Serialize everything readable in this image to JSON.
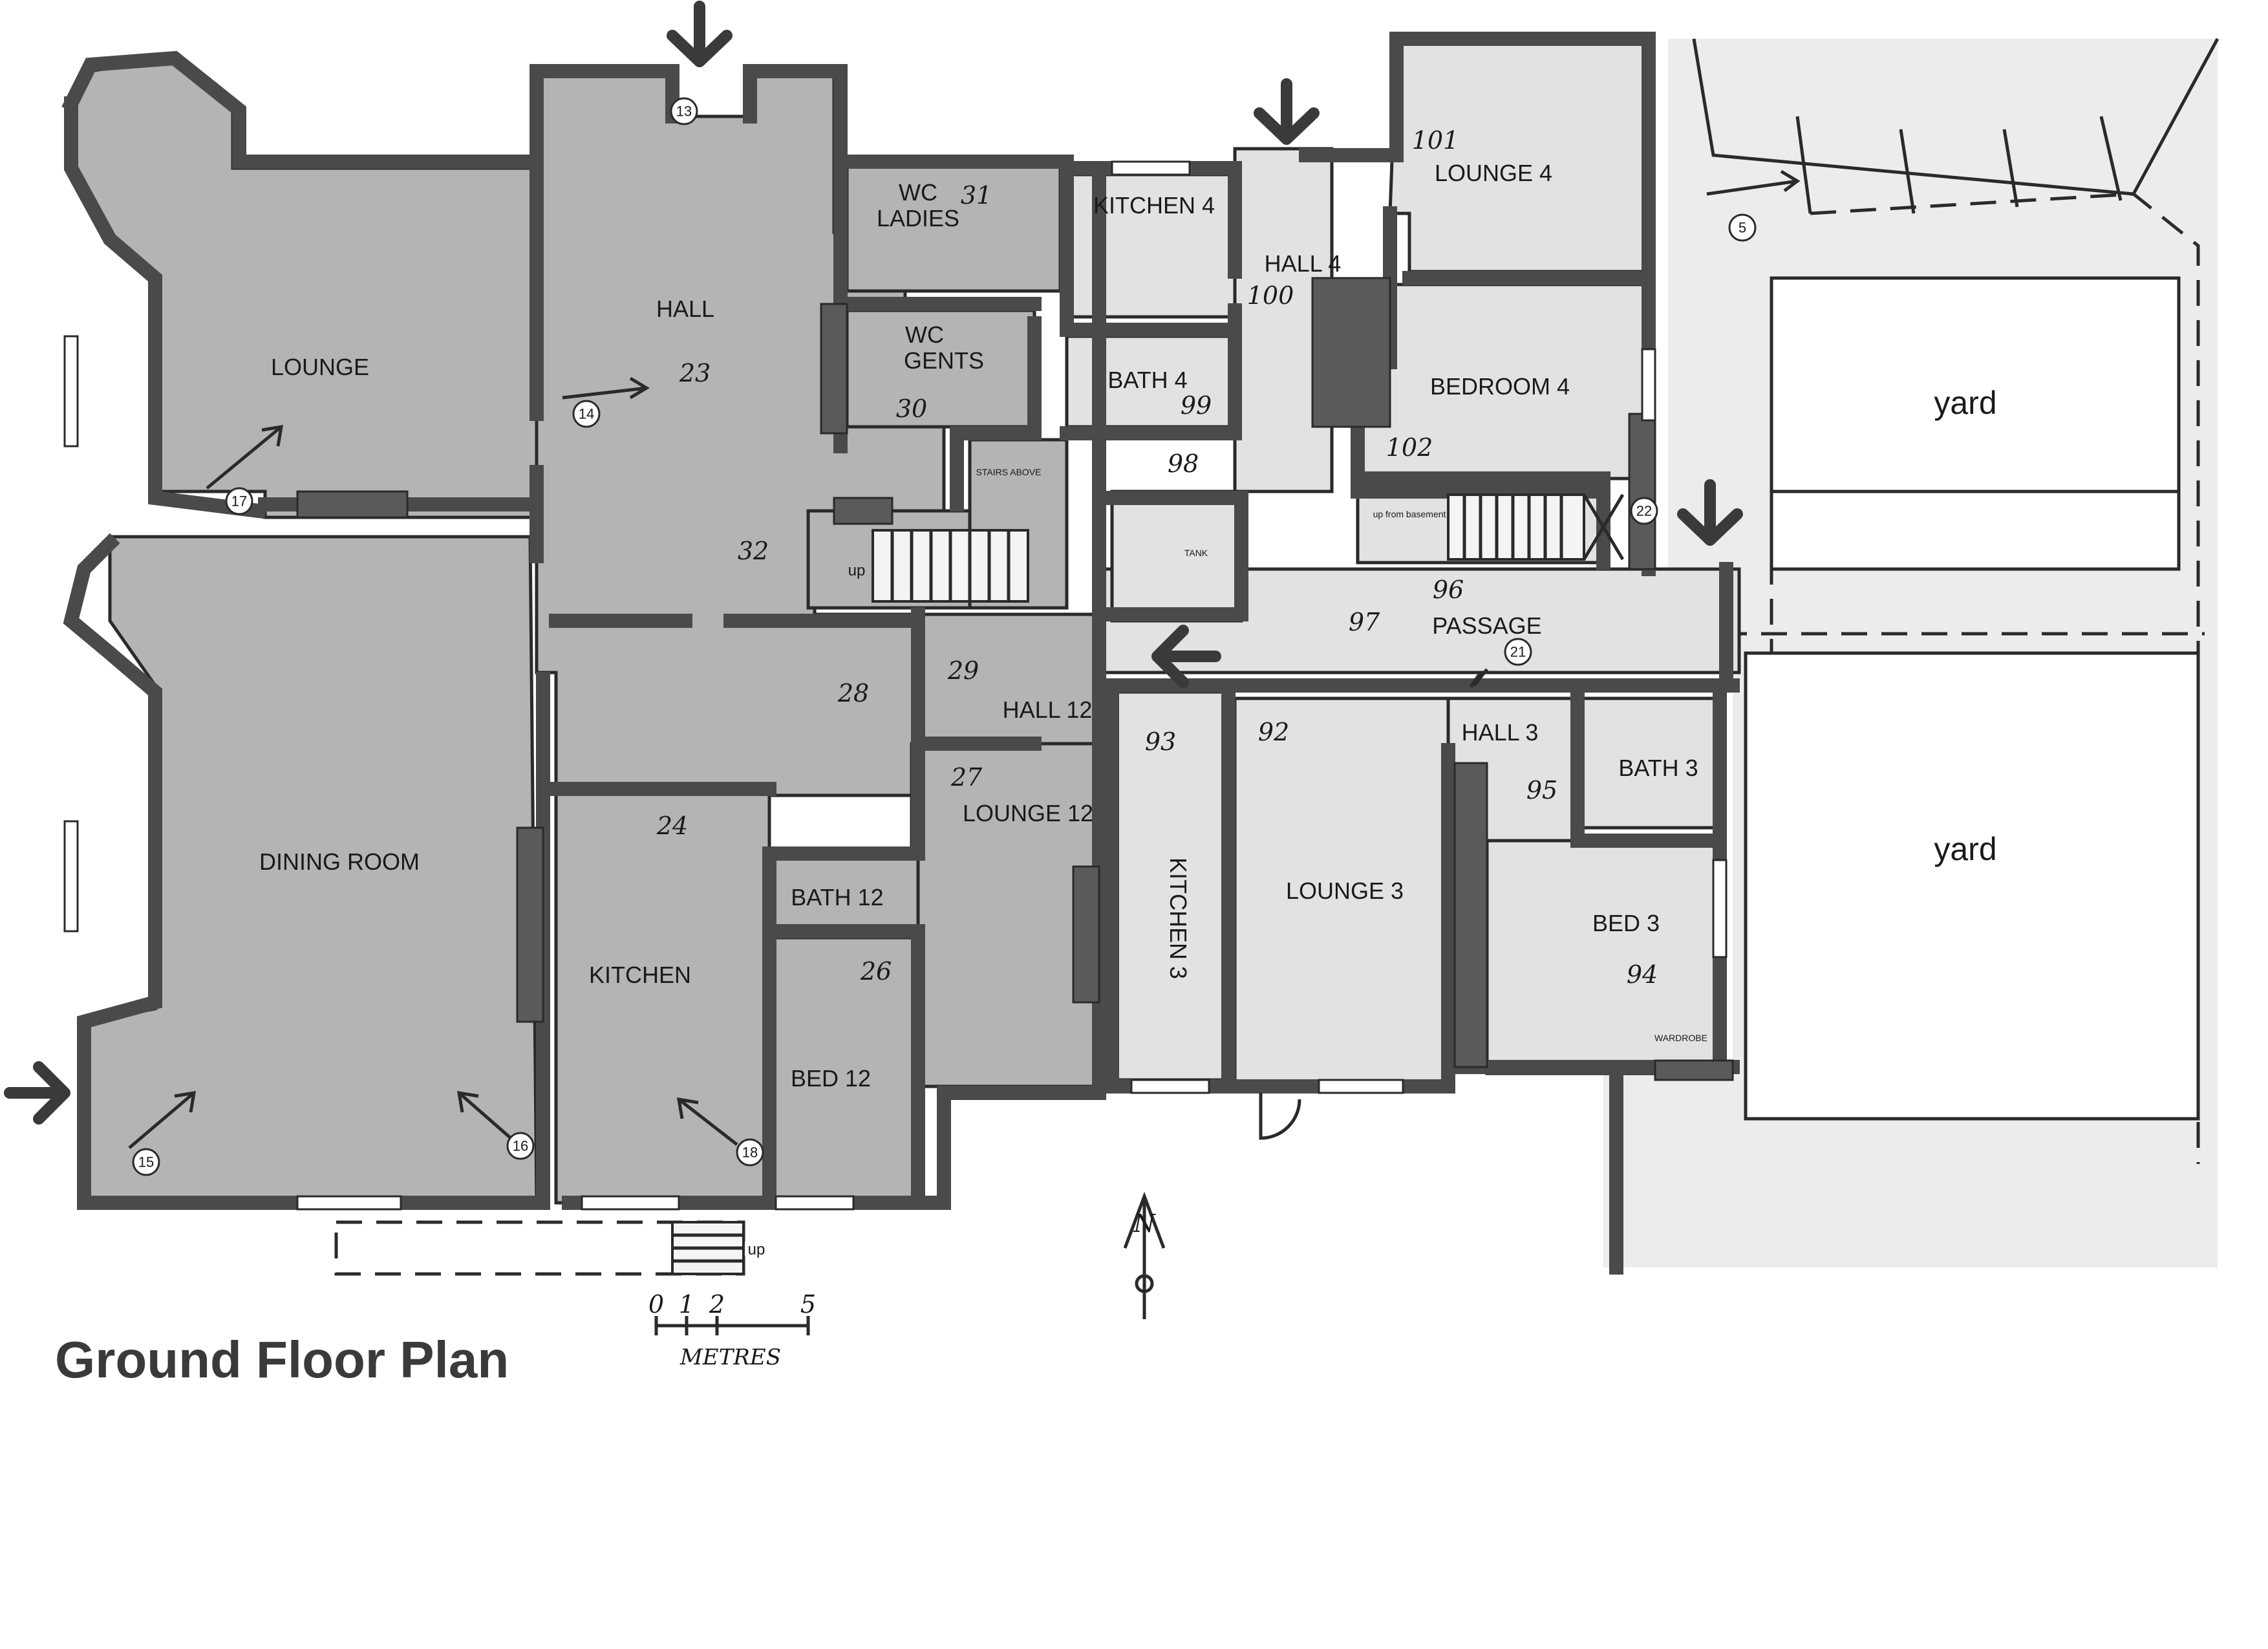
{
  "rooms": {
    "lounge": "LOUNGE",
    "hall": "HALL",
    "wc_ladies_1": "WC",
    "wc_ladies_2": "LADIES",
    "wc_gents_1": "WC",
    "wc_gents_2": "GENTS",
    "kitchen4": "KITCHEN 4",
    "hall4": "HALL 4",
    "lounge4": "LOUNGE 4",
    "bath4": "BATH 4",
    "bedroom4": "BEDROOM 4",
    "yard_top": "yard",
    "yard_bottom": "yard",
    "passage": "PASSAGE",
    "dining_room": "DINING ROOM",
    "hall12": "HALL 12",
    "lounge12": "LOUNGE 12",
    "kitchen": "KITCHEN",
    "bath12": "BATH 12",
    "bed12": "BED 12",
    "kitchen3": "KITCHEN 3",
    "lounge3": "LOUNGE 3",
    "hall3": "HALL 3",
    "bath3": "BATH 3",
    "bed3": "BED 3"
  },
  "small_labels": {
    "stair_up_main": "up",
    "stair_up_basement": "up from basement",
    "stair_up_exterior": "up",
    "tank": "TANK",
    "stair_note": "STAIRS ABOVE",
    "wardrobe": "WARDROBE"
  },
  "markers": [
    "13",
    "5",
    "14",
    "17",
    "22",
    "21",
    "15",
    "16",
    "18"
  ],
  "handwritten": [
    "31",
    "30",
    "23",
    "32",
    "29",
    "28",
    "27",
    "24",
    "26",
    "101",
    "100",
    "99",
    "98",
    "102",
    "97",
    "96",
    "93",
    "92",
    "95",
    "94"
  ],
  "scale": {
    "ticks": [
      "0",
      "1",
      "2",
      "5"
    ],
    "unit": "METRES"
  },
  "title": "Ground Floor Plan",
  "north": "N"
}
